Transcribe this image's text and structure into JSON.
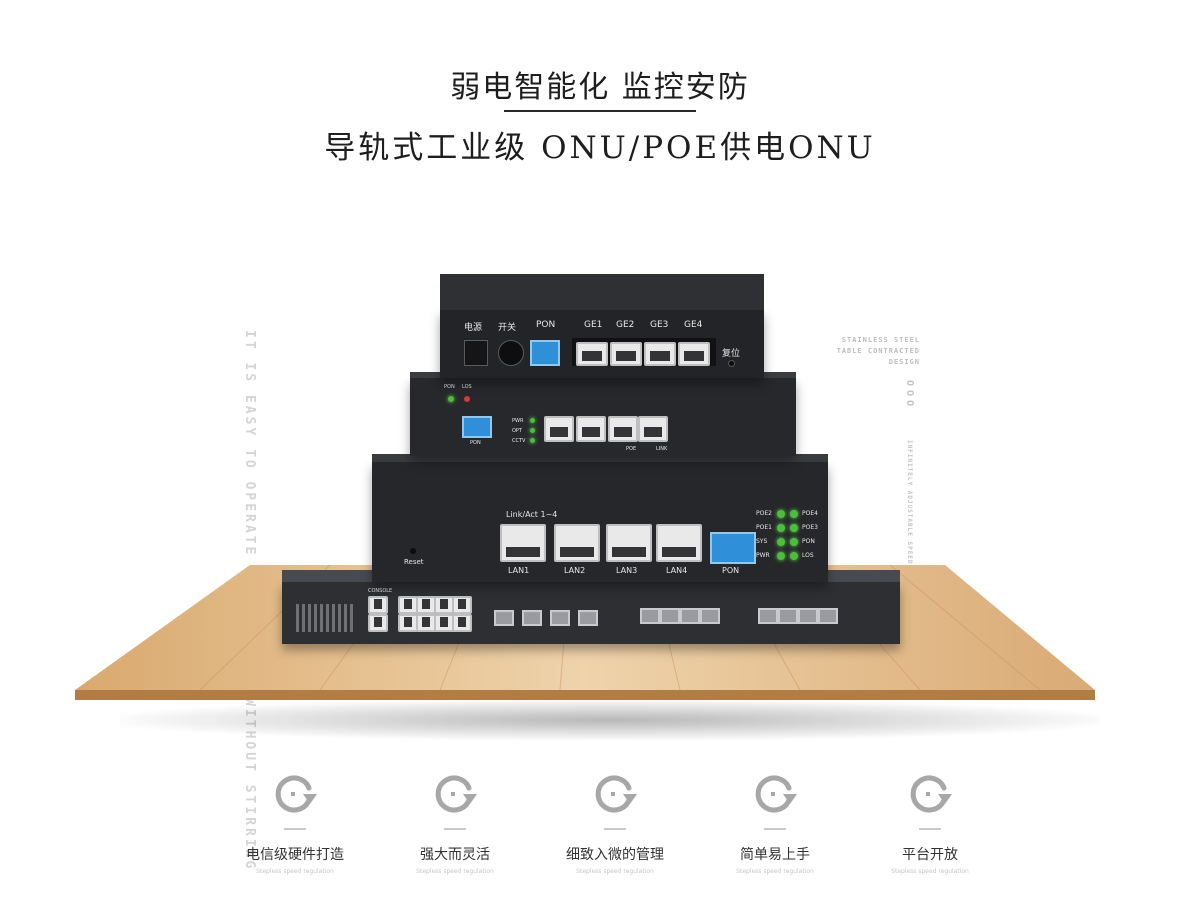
{
  "header": {
    "title_line1": "弱电智能化 监控安防",
    "title_line2": "导轨式工业级 ONU/POE供电ONU"
  },
  "background_text": {
    "left": "IT IS EASY TO OPERATE AND OPERATE WITHOUT STIRRING",
    "right_top": "STAINLESS STEEL TABLE CONTRACTED DESIGN",
    "right_vertical": "OOO",
    "right_small": "INFINITELY ADJUSTABLE SPEED"
  },
  "device1": {
    "labels": [
      "电源",
      "开关",
      "PON",
      "GE1",
      "GE2",
      "GE3",
      "GE4",
      "复位"
    ]
  },
  "device2": {
    "led_labels": [
      "PON",
      "LOS"
    ],
    "side_labels": [
      "PWR",
      "OPT",
      "CCTV"
    ],
    "pon_label": "PON",
    "bottom_labels": [
      "POE",
      "LINK"
    ]
  },
  "device3": {
    "link_label": "Link/Act 1~4",
    "reset_label": "Reset",
    "lan_labels": [
      "LAN1",
      "LAN2",
      "LAN3",
      "LAN4"
    ],
    "pon_label": "PON",
    "led_left": [
      "POE2",
      "POE1",
      "SYS",
      "PWR"
    ],
    "led_right": [
      "POE4",
      "POE3",
      "PON",
      "LOS"
    ]
  },
  "device4": {
    "console_label": "CONSOLE"
  },
  "features": [
    {
      "title": "电信级硬件打造",
      "subtitle": "Stepless speed regulation",
      "icon": "refresh-icon"
    },
    {
      "title": "强大而灵活",
      "subtitle": "Stepless speed regulation",
      "icon": "refresh-icon"
    },
    {
      "title": "细致入微的管理",
      "subtitle": "Stepless speed regulation",
      "icon": "refresh-icon"
    },
    {
      "title": "简单易上手",
      "subtitle": "Stepless speed regulation",
      "icon": "refresh-icon"
    },
    {
      "title": "平台开放",
      "subtitle": "Stepless speed regulation",
      "icon": "refresh-icon"
    }
  ],
  "colors": {
    "wood_light": "#e7c79c",
    "wood_dark": "#c8955c",
    "device_body": "#2b2c2f",
    "pon_blue": "#2f8fd8",
    "icon_gray": "#a7a7a7"
  }
}
